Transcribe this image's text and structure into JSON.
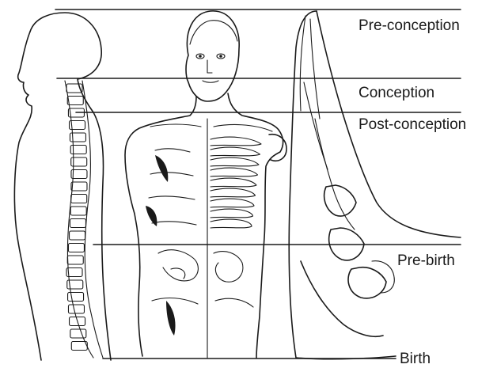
{
  "stages": [
    {
      "label": "Pre-conception"
    },
    {
      "label": "Conception"
    },
    {
      "label": "Post-conception"
    },
    {
      "label": "Pre-birth"
    },
    {
      "label": "Birth"
    }
  ],
  "colors": {
    "ink": "#1a1a1a",
    "background": "#ffffff"
  }
}
